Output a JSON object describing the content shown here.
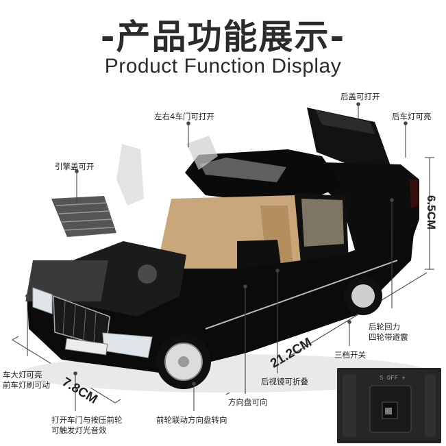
{
  "header": {
    "title_cn": "-产品功能展示-",
    "title_en": "Product Function Display"
  },
  "callouts": {
    "trunk": "后盖可打开",
    "tail_light": "后车灯可亮",
    "doors": "左右4车门可打开",
    "hood": "引擎盖可开",
    "headlight": [
      "车大灯可亮",
      "前车灯刷可动"
    ],
    "open_door_press": [
      "打开车门与按压前轮",
      "可触发灯光音效"
    ],
    "front_wheel_steer": "前轮联动方向盘转向",
    "steering_wheel": "方向盘可向",
    "mirror": "后视镜可折叠",
    "switch": "三档开关",
    "rear_wheel": [
      "后轮回力",
      "四轮带避震"
    ]
  },
  "dimensions": {
    "height": "6.5CM",
    "length": "21.2CM",
    "width": "7.8CM"
  },
  "inset": {
    "switch_text": "S OFF ✈"
  },
  "colors": {
    "car_body": "#0c0c0c",
    "interior": "#c9a77a",
    "background": "#ffffff",
    "text": "#2b2b2b"
  }
}
